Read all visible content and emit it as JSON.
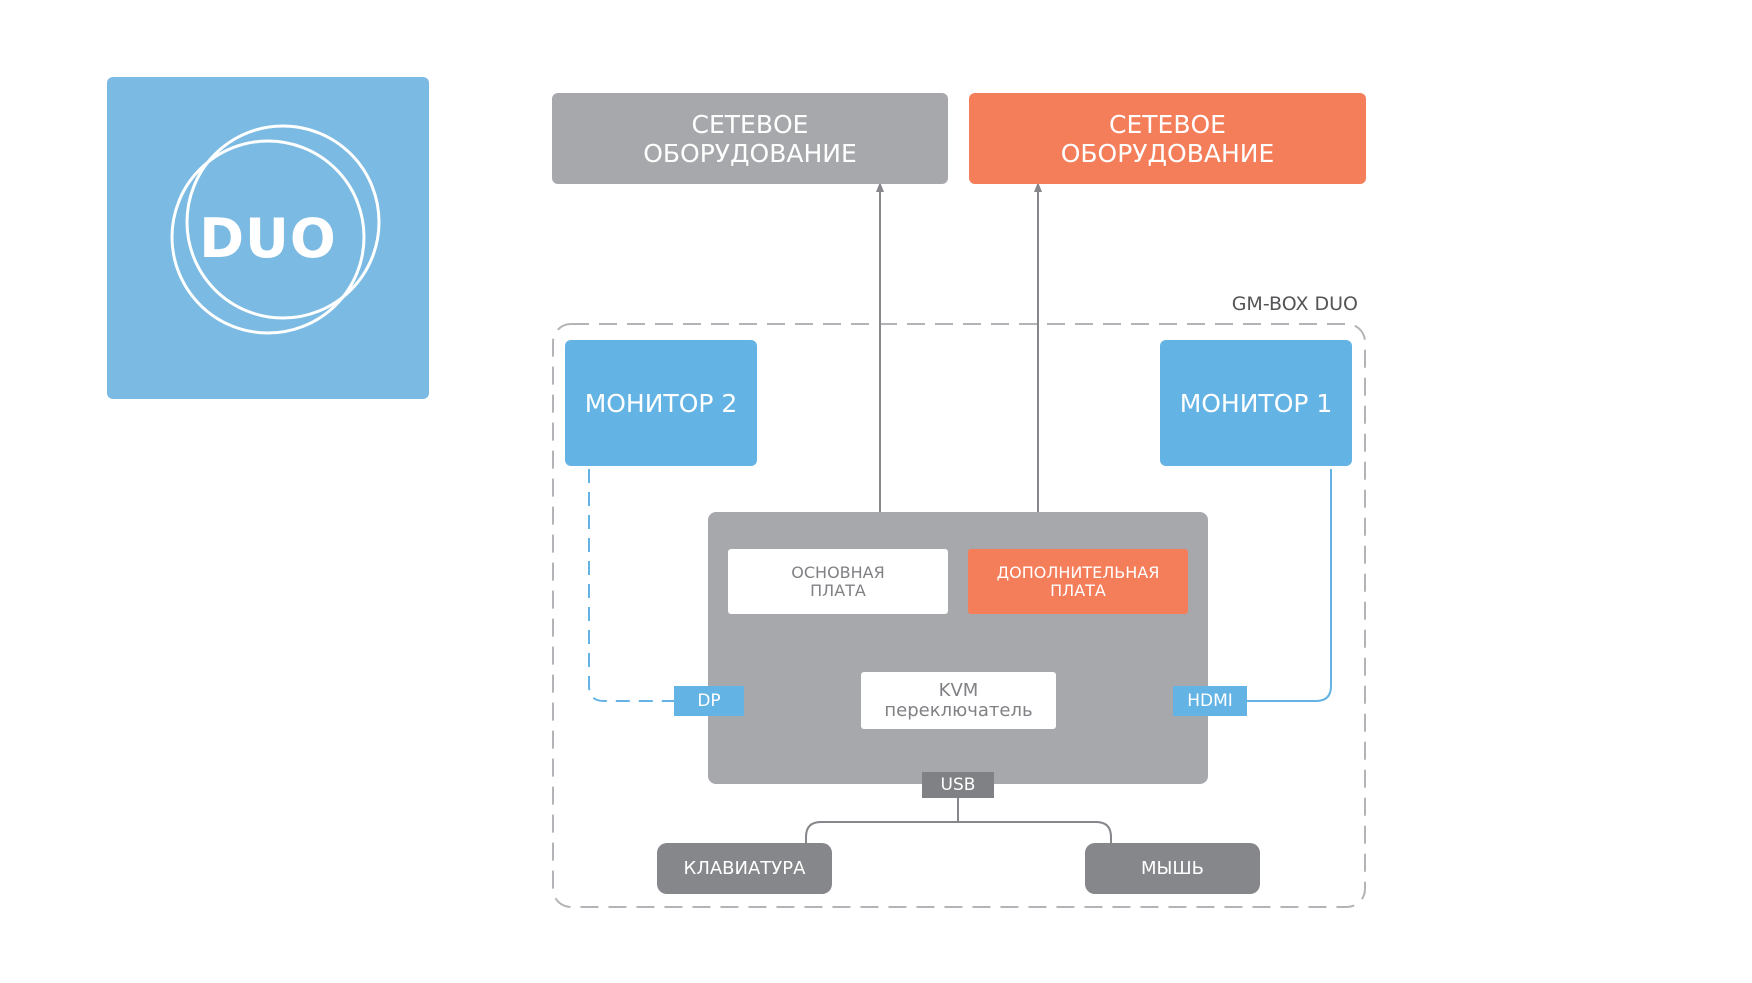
{
  "logo": {
    "text": "DUO"
  },
  "diagram": {
    "network_main": {
      "line1": "СЕТЕВОЕ",
      "line2": "ОБОРУДОВАНИЕ"
    },
    "network_extra": {
      "line1": "СЕТЕВОЕ",
      "line2": "ОБОРУДОВАНИЕ"
    },
    "enclosure_label": "GM-BOX DUO",
    "monitor_2": "МОНИТОР 2",
    "monitor_1": "МОНИТОР 1",
    "main_board": {
      "line1": "ОСНОВНАЯ",
      "line2": "ПЛАТА"
    },
    "extra_board": {
      "line1": "ДОПОЛНИТЕЛЬНАЯ",
      "line2": "ПЛАТА"
    },
    "kvm": {
      "line1": "KVM",
      "line2": "переключатель"
    },
    "port_dp": "DP",
    "port_hdmi": "HDMI",
    "port_usb": "USB",
    "keyboard": "КЛАВИАТУРА",
    "mouse": "МЫШЬ"
  },
  "colors": {
    "blue": "#63b3e4",
    "logo_blue": "#7bbae2",
    "orange": "#f47d5a",
    "grey": "#a7a8ab",
    "dark_grey": "#808185"
  }
}
